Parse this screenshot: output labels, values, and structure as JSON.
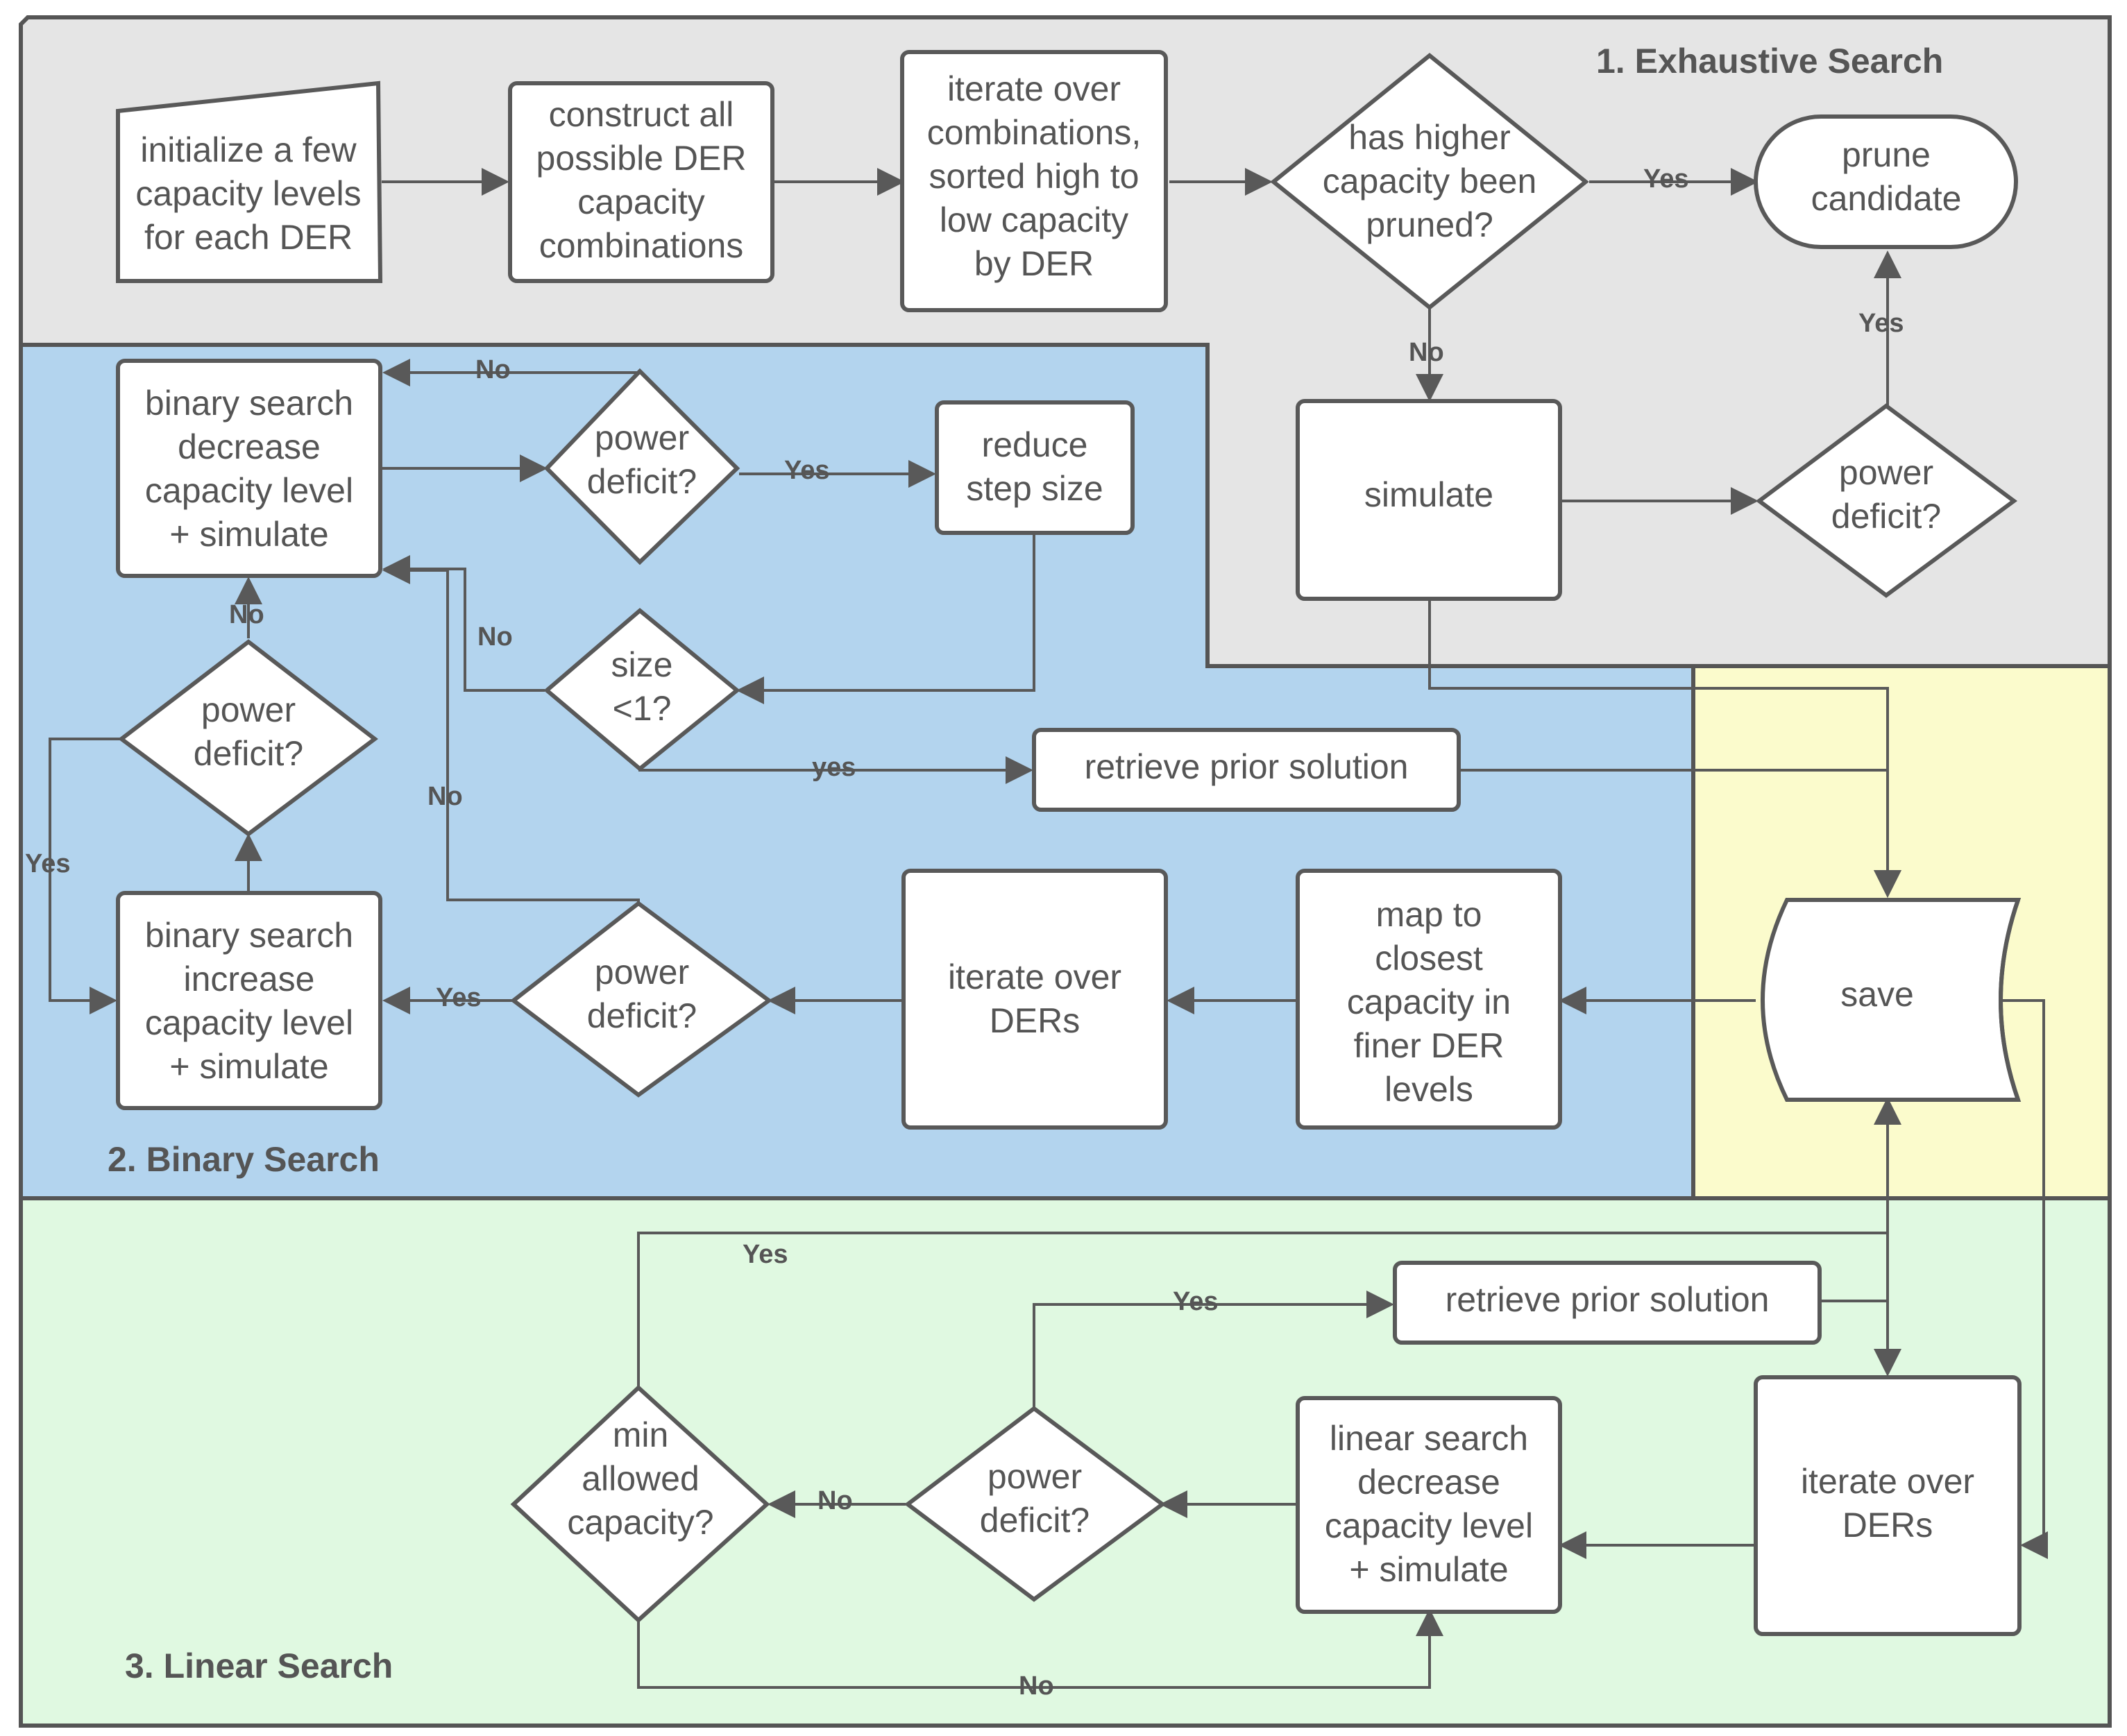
{
  "regions": {
    "exhaustive": {
      "title": "1. Exhaustive Search",
      "color": "#e5e5e5"
    },
    "binary": {
      "title": "2. Binary Search",
      "color": "#b3d4ee"
    },
    "save_zone": {
      "color": "#fbfbcc"
    },
    "linear": {
      "title": "3. Linear Search",
      "color": "#e0f9e1"
    }
  },
  "nodes": {
    "init": [
      "initialize a few",
      "capacity levels",
      "for each DER"
    ],
    "construct": [
      "construct all",
      "possible DER",
      "capacity",
      "combinations"
    ],
    "iterate_combos": [
      "iterate over",
      "combinations,",
      "sorted high to",
      "low capacity",
      "by DER"
    ],
    "pruned_q": [
      "has higher",
      "capacity been",
      "pruned?"
    ],
    "prune": [
      "prune",
      "candidate"
    ],
    "simulate": [
      "simulate"
    ],
    "deficit_ex": [
      "power",
      "deficit?"
    ],
    "bs_decrease": [
      "binary search",
      "decrease",
      "capacity level",
      "+ simulate"
    ],
    "deficit_bs_top": [
      "power",
      "deficit?"
    ],
    "reduce_step": [
      "reduce",
      "step size"
    ],
    "size_q": [
      "size",
      "<1?"
    ],
    "retrieve_bs": [
      "retrieve prior solution"
    ],
    "deficit_bs_left": [
      "power",
      "deficit?"
    ],
    "bs_increase": [
      "binary search",
      "increase",
      "capacity level",
      "+ simulate"
    ],
    "deficit_bs_mid": [
      "power",
      "deficit?"
    ],
    "iterate_ders_bs": [
      "iterate over",
      "DERs"
    ],
    "map_closest": [
      "map to",
      "closest",
      "capacity in",
      "finer DER",
      "levels"
    ],
    "save": [
      "save"
    ],
    "retrieve_ls": [
      "retrieve prior solution"
    ],
    "iterate_ders_ls": [
      "iterate over",
      "DERs"
    ],
    "ls_decrease": [
      "linear search",
      "decrease",
      "capacity level",
      "+ simulate"
    ],
    "deficit_ls": [
      "power",
      "deficit?"
    ],
    "min_cap": [
      "min",
      "allowed",
      "capacity?"
    ]
  },
  "edge_labels": {
    "pruned_yes": "Yes",
    "pruned_no": "No",
    "deficit_ex_yes": "Yes",
    "bs_top_no": "No",
    "bs_top_yes": "Yes",
    "size_no": "No",
    "size_yes": "yes",
    "bs_left_no": "No",
    "bs_left_yes": "Yes",
    "bs_mid_no": "No",
    "bs_mid_yes": "Yes",
    "ls_deficit_yes": "Yes",
    "ls_deficit_no": "No",
    "min_yes": "Yes",
    "min_no": "No"
  }
}
